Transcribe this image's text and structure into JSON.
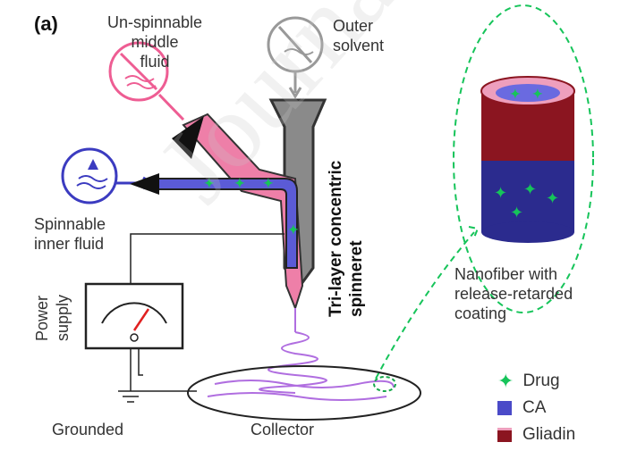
{
  "panel_label": "(a)",
  "labels": {
    "middle_fluid": "Un-spinnable\nmiddle\nfluid",
    "outer_solvent": "Outer\nsolvent",
    "inner_fluid": "Spinnable\ninner fluid",
    "spinneret": "Tri-layer concentric\nspinneret",
    "power_supply": "Power\nsupply",
    "grounded": "Grounded",
    "collector": "Collector",
    "nanofiber": "Nanofiber with\nrelease-retarded\ncoating"
  },
  "legend": [
    {
      "label": "Drug",
      "color": "#16c45a",
      "kind": "star"
    },
    {
      "label": "CA",
      "color": "#4a4ac8",
      "kind": "swatch"
    },
    {
      "label": "Gliadin",
      "color": "#8b1520",
      "kind": "swatch"
    }
  ],
  "colors": {
    "middle_fluid": "#ee7fa8",
    "inner_fluid": "#5b5bd6",
    "drug": "#16c45a",
    "fiber": "#b06ee0",
    "outer_tube": "#888888",
    "gliadin": "#8b1520",
    "ca": "#2b2b8e"
  },
  "watermark": "Journal Pre-proof"
}
